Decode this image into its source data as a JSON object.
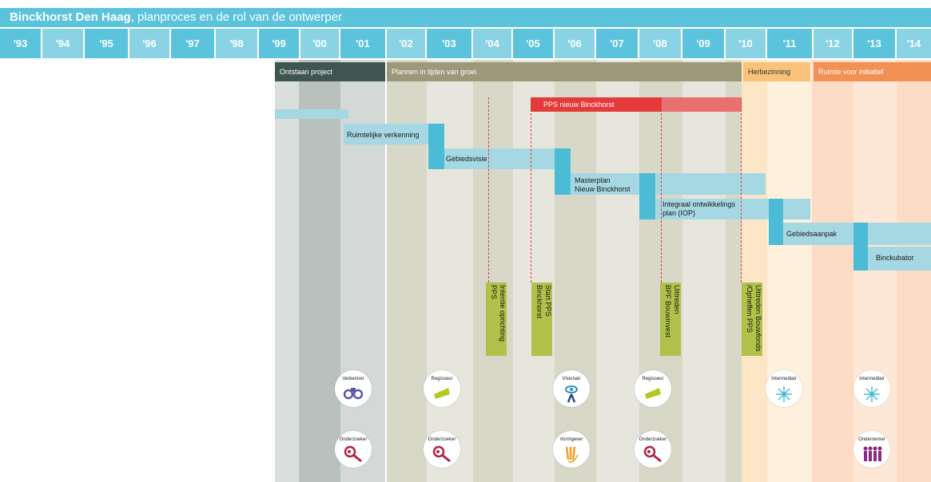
{
  "title": {
    "bold": "Binckhorst Den Haag",
    "rest": ", planproces en de rol van de ontwerper"
  },
  "years": [
    "'93",
    "'94",
    "'95",
    "'96",
    "'97",
    "'98",
    "'99",
    "'00",
    "'01",
    "'02",
    "'03",
    "'04",
    "'05",
    "'06",
    "'07",
    "'08",
    "'09",
    "'10",
    "'11",
    "'12",
    "'13",
    "'14"
  ],
  "colors": {
    "title": "#5bc4dc",
    "year_light": "#5bc4dc",
    "year_dark": "#8ad3e5",
    "bar": "#a6d8e3",
    "bar_dark": "#4cbcd6",
    "pps": "#e53a3a",
    "pps_light": "#e87070",
    "milestone": "#b0c24a"
  },
  "phases": [
    {
      "label": "Ontstaan project",
      "color": "#3f5650"
    },
    {
      "label": "Plannen in tijden van groei",
      "color": "#9a9a7a"
    },
    {
      "label": "Herbezinning",
      "color": "#f8c27a"
    },
    {
      "label": "Ruimte voor initiatief",
      "color": "#f39154"
    }
  ],
  "pps_label": "PPS nieuw Binckhorst",
  "steps": [
    "Ruimtelijke verkenning",
    "Gebiedsvisie",
    "Masterplan",
    "Nieuw Binckhorst",
    "Integraal ontwikkelings",
    "plan (IOP)",
    "Gebiedsaanpak",
    "Binckubator"
  ],
  "milestones": [
    {
      "l1": "Intentie oprichting",
      "l2": "PPS"
    },
    {
      "l1": "Start PPS",
      "l2": "Binckhorst"
    },
    {
      "l1": "Uittreden",
      "l2": "BPF Bouwinvest"
    },
    {
      "l1": "Uittreden Bouwfonds",
      "l2": "/Opheffen PPS"
    }
  ],
  "roles": [
    {
      "label": "Verkenner",
      "icon": "binoculars-icon"
    },
    {
      "label": "Onderzoeker",
      "icon": "magnifier-icon"
    },
    {
      "label": "Regisseur",
      "icon": "megaphone-icon"
    },
    {
      "label": "Onderzoeker",
      "icon": "magnifier-icon"
    },
    {
      "label": "Visionair",
      "icon": "visionary-icon"
    },
    {
      "label": "Vormgever",
      "icon": "pencils-icon"
    },
    {
      "label": "Regisseur",
      "icon": "megaphone-icon"
    },
    {
      "label": "Onderzoeker",
      "icon": "magnifier-icon"
    },
    {
      "label": "Intermediair",
      "icon": "network-icon"
    },
    {
      "label": "Intermediair",
      "icon": "network-icon"
    },
    {
      "label": "Ondernemer",
      "icon": "people-icon"
    }
  ]
}
